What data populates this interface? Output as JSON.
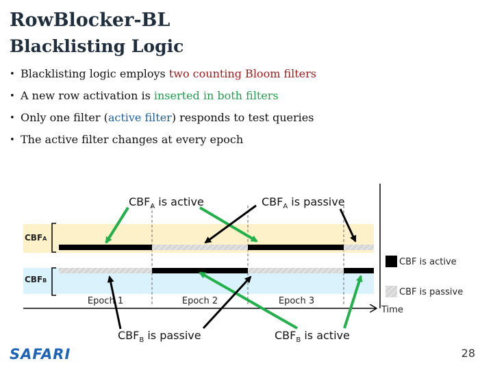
{
  "title": "RowBlocker-BL",
  "subtitle": "Blacklisting Logic",
  "bullets": [
    {
      "pre": "Blacklisting logic employs ",
      "hl": "two counting Bloom filters",
      "post": ""
    },
    {
      "pre": "A new row activation is ",
      "hl": "inserted in both filters",
      "post": ""
    },
    {
      "pre": "Only one filter (",
      "hl": "active filter",
      "post": ") responds to test queries"
    },
    {
      "pre": "The active filter changes at every epoch",
      "hl": "",
      "post": ""
    }
  ],
  "diagram": {
    "row_a": {
      "base": "CBF",
      "sub": "A"
    },
    "row_b": {
      "base": "CBF",
      "sub": "B"
    },
    "epochs": [
      "Epoch 1",
      "Epoch 2",
      "Epoch 3"
    ],
    "time_label": "Time",
    "legend": {
      "active": "CBF is active",
      "passive": "CBF is passive"
    },
    "callouts": {
      "a_active": {
        "base": "CBF",
        "sub": "A",
        "rest": " is active"
      },
      "a_passive": {
        "base": "CBF",
        "sub": "A",
        "rest": " is passive"
      },
      "b_passive": {
        "base": "CBF",
        "sub": "B",
        "rest": " is passive"
      },
      "b_active": {
        "base": "CBF",
        "sub": "B",
        "rest": " is active"
      }
    },
    "colors": {
      "row_a_bg": "#fdf1c9",
      "row_b_bg": "#d9f2fb",
      "active_bar": "#000000",
      "passive_bar": "#cccccc",
      "arrow_green": "#22b04b",
      "arrow_black": "#000000"
    }
  },
  "footer": {
    "logo": "SAFARI",
    "page": "28"
  }
}
